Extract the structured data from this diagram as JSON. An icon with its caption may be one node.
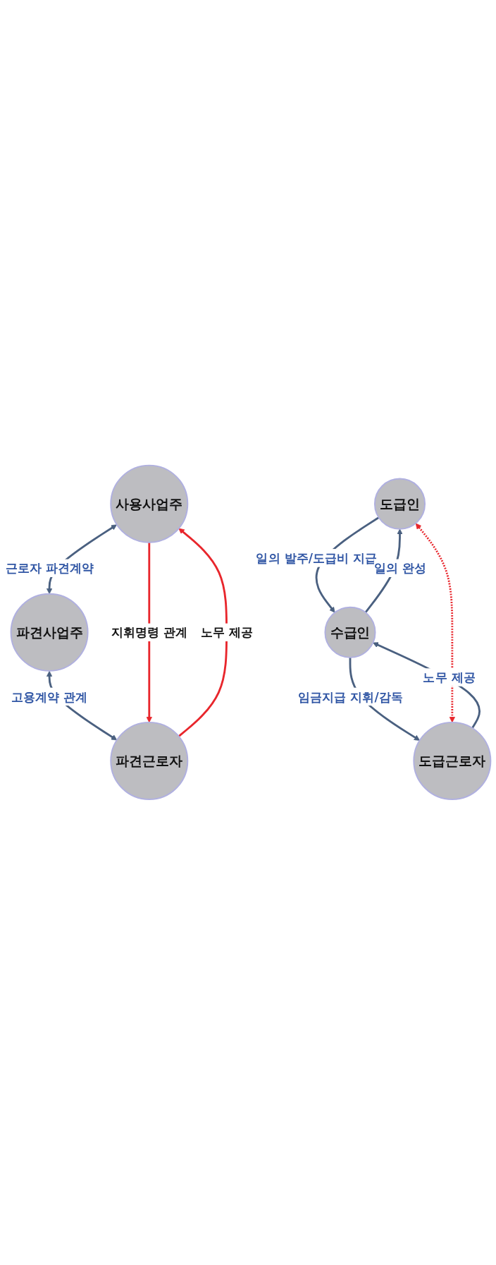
{
  "diagram": {
    "nodes": [
      {
        "text": [
          "사용사업주"
        ]
      },
      {
        "text": [
          "파견사업주"
        ]
      },
      {
        "text": [
          "파견근로자"
        ]
      },
      {
        "text": [
          "도급인"
        ]
      },
      {
        "text": [
          "수급인"
        ]
      },
      {
        "text": [
          "도급근로자"
        ]
      }
    ],
    "edges": [
      {
        "from": 0,
        "to": 1,
        "arrow": "both",
        "label": "근로자 파견계약"
      },
      {
        "from": 1,
        "to": 2,
        "arrow": "both",
        "label": "고용계약 관계"
      },
      {
        "from": 2,
        "to": 0,
        "arrow": "to",
        "label": "노무 제공",
        "color": "#e8262c"
      },
      {
        "from": 0,
        "to": 2,
        "arrow": "to",
        "label": "지휘명령 관계",
        "color": "#e8262c"
      },
      {
        "from": 3,
        "to": 4,
        "arrow": "to",
        "label": "일의 발주/도급비 지급"
      },
      {
        "from": 4,
        "to": 3,
        "arrow": "to",
        "label": "일의 완성"
      },
      {
        "from": 4,
        "to": 5,
        "arrow": "to",
        "label": "임금지급 지휘/감독"
      },
      {
        "from": 5,
        "to": 4,
        "arrow": "to",
        "label": "노무 제공"
      },
      {
        "from": 3,
        "to": 5,
        "arrow": "both",
        "style": "dashed",
        "color": "#e8262c"
      }
    ]
  }
}
